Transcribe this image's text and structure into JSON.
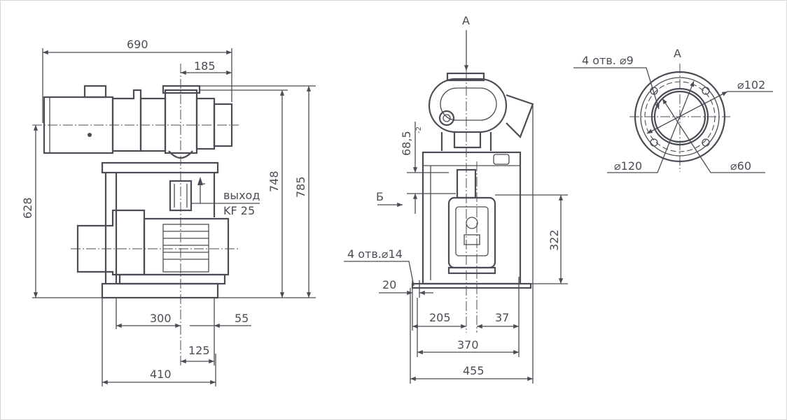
{
  "drawing": {
    "side_view": {
      "dim_overall_length": "690",
      "dim_outlet_offset": "185",
      "dim_motor_axis_height": "628",
      "dim_outlet_height": "748",
      "dim_overall_height": "785",
      "outlet_label": "выход",
      "outlet_flange": "KF 25",
      "dim_base_300": "300",
      "dim_base_55": "55",
      "dim_base_125": "125",
      "dim_base_410": "410"
    },
    "front_view": {
      "view_label_a": "A",
      "dim_68_5": "68,5",
      "dim_68_5_tol": "-2",
      "view_label_b": "Б",
      "holes_label": "4 отв.⌀14",
      "dim_20": "20",
      "dim_205": "205",
      "dim_37": "37",
      "dim_370": "370",
      "dim_455": "455",
      "dim_322": "322"
    },
    "flange_view": {
      "title": "A",
      "holes_label": "4 отв. ⌀9",
      "dim_102": "⌀102",
      "dim_120": "⌀120",
      "dim_60": "⌀60"
    }
  }
}
